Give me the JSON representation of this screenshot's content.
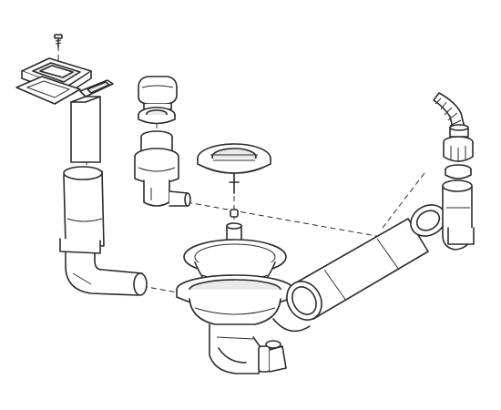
{
  "figure": {
    "background": "#ffffff",
    "line_color": "#2b2b2b",
    "shade_color": "#e9e9e9",
    "components": [
      "fixing-screw",
      "overflow-grille",
      "overflow-seal",
      "overflow-tube-upper",
      "overflow-tube-lower",
      "overflow-elbow",
      "remote-control-knob",
      "knob-washer",
      "control-housing",
      "strainer-plug",
      "plug-stem",
      "basin-strainer",
      "trap-body",
      "outlet-pipe",
      "waste-tee",
      "compression-nut",
      "flexible-hose"
    ]
  }
}
